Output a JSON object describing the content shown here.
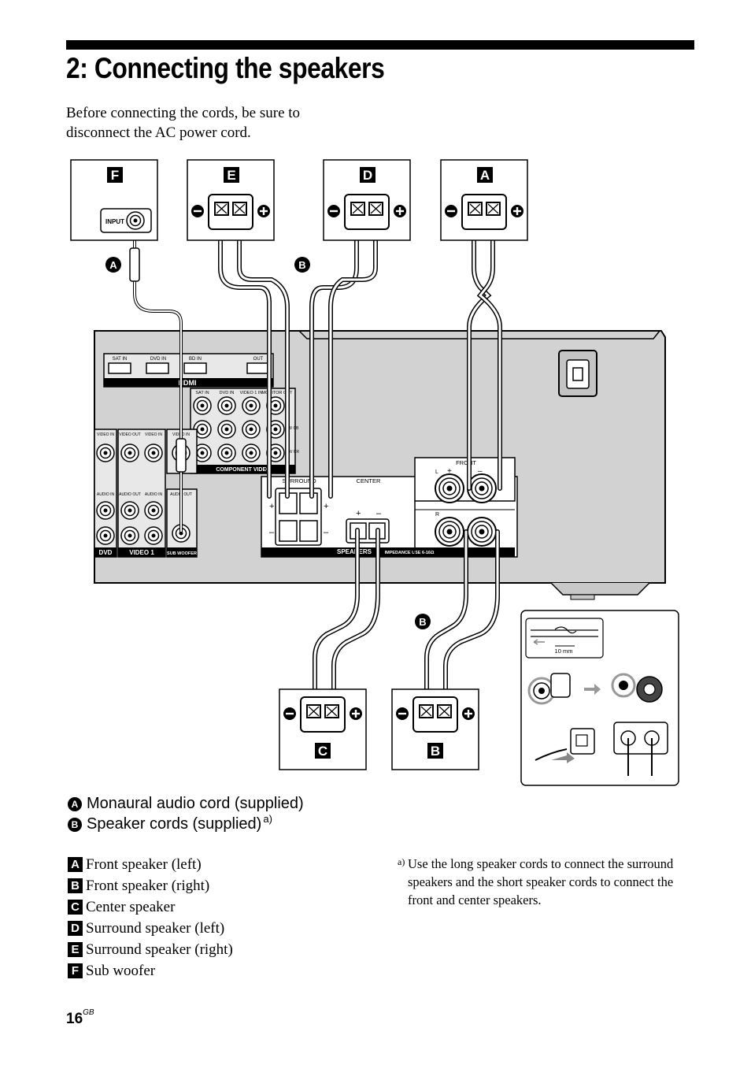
{
  "page": {
    "title": "2: Connecting the speakers",
    "intro": "Before connecting the cords, be sure to disconnect the AC power cord.",
    "page_number": "16",
    "page_suffix": "GB"
  },
  "diagram": {
    "speaker_boxes": [
      {
        "letter": "F",
        "role": "sub-woofer"
      },
      {
        "letter": "E",
        "role": "surround-right"
      },
      {
        "letter": "D",
        "role": "surround-left"
      },
      {
        "letter": "A",
        "role": "front-left"
      },
      {
        "letter": "C",
        "role": "center"
      },
      {
        "letter": "B",
        "role": "front-right"
      }
    ],
    "cord_callouts": {
      "a": "A",
      "b": "B"
    },
    "labels": {
      "input": "INPUT",
      "hdmi": "HDMI",
      "sat_in": "SAT IN",
      "dvd_in": "DVD IN",
      "bd_in": "BD IN",
      "out": "OUT",
      "comp_sat_in": "SAT IN",
      "comp_dvd_in": "DVD IN",
      "comp_video1_in": "VIDEO 1 IN",
      "monitor_out": "MONITOR OUT",
      "y": "Y",
      "pb": "PB/ CB",
      "pr": "PR/ CR",
      "component_video": "COMPONENT VIDEO",
      "video_in": "VIDEO IN",
      "video_out": "VIDEO OUT",
      "video_in2": "VIDEO IN",
      "video_in3": "VIDEO IN",
      "audio_in": "AUDIO IN",
      "audio_out": "AUDIO OUT",
      "audio_in2": "AUDIO IN",
      "audio_out_sw": "AUDIO OUT",
      "dvd": "DVD",
      "video1": "VIDEO 1",
      "sub_woofer": "SUB WOOFER",
      "surround": "SURROUND",
      "center": "CENTER",
      "front": "FRONT",
      "l": "L",
      "r": "R",
      "plus": "+",
      "minus": "–",
      "speakers": "SPEAKERS",
      "impedance": "IMPEDANCE USE 6-16Ω",
      "ten_mm": "10 mm"
    }
  },
  "cords": [
    {
      "letter": "A",
      "text": "Monaural audio cord (supplied)",
      "note": ""
    },
    {
      "letter": "B",
      "text": "Speaker cords (supplied)",
      "note": "a)"
    }
  ],
  "legend": [
    {
      "letter": "A",
      "text": "Front speaker (left)"
    },
    {
      "letter": "B",
      "text": "Front speaker (right)"
    },
    {
      "letter": "C",
      "text": "Center speaker"
    },
    {
      "letter": "D",
      "text": "Surround speaker (left)"
    },
    {
      "letter": "E",
      "text": "Surround speaker (right)"
    },
    {
      "letter": "F",
      "text": "Sub woofer"
    }
  ],
  "footnote": {
    "mark": "a)",
    "text": "Use the long speaker cords to connect the surround speakers and the short speaker cords to connect the front and center speakers."
  }
}
